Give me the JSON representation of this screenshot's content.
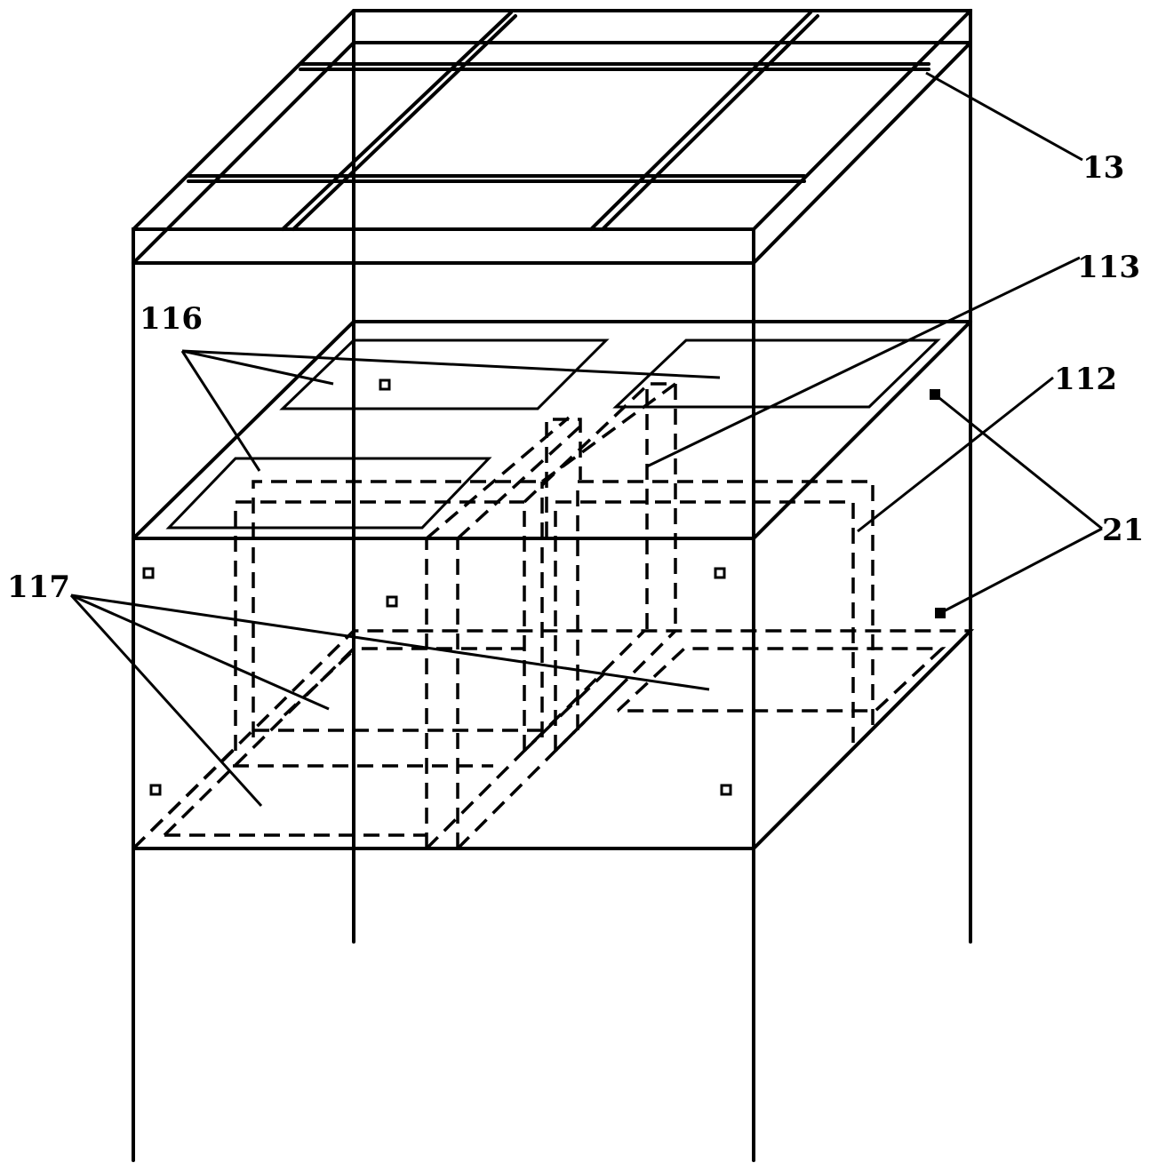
{
  "labels": {
    "l13": "13",
    "l113": "113",
    "l116": "116",
    "l112": "112",
    "l21": "21",
    "l117": "117"
  },
  "colors": {
    "stroke": "#000000",
    "background": "#ffffff"
  }
}
